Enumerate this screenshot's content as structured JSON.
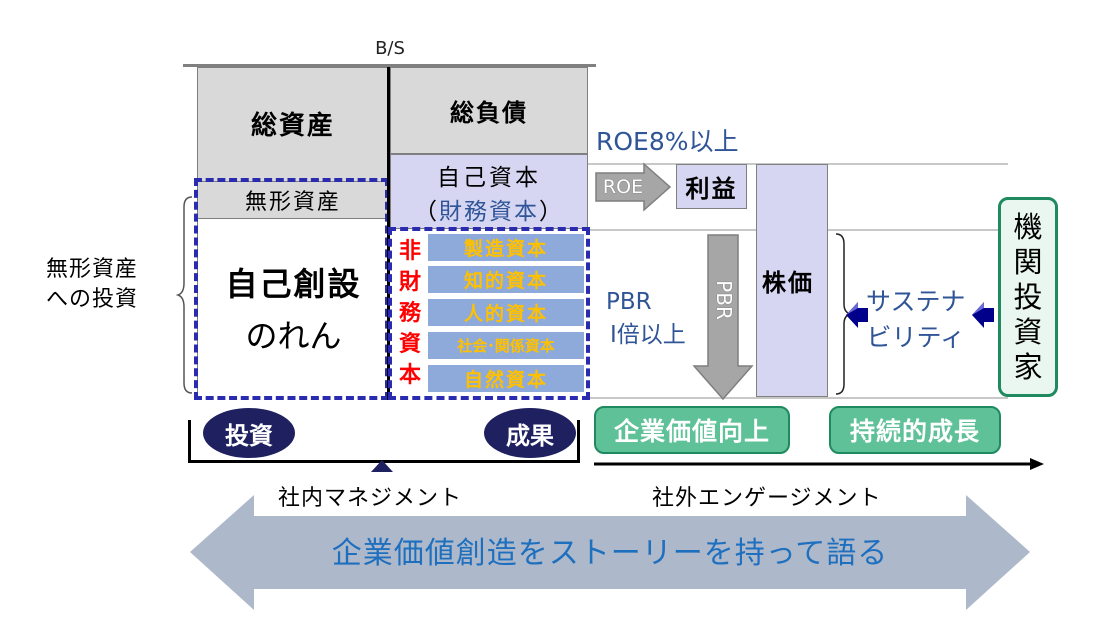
{
  "balance_sheet": {
    "title": "B/S",
    "total_assets": "総資産",
    "total_liabilities": "総負債",
    "intangible_assets": "無形資産",
    "self_created_goodwill_line1": "自己創設",
    "self_created_goodwill_line2": "のれん",
    "equity_line1": "自己資本",
    "equity_paren_open": "（",
    "equity_line2": "財務資本",
    "equity_paren_close": "）",
    "non_financial_capital_label": [
      "非",
      "財",
      "務",
      "資",
      "本"
    ],
    "non_financial_capitals": [
      "製造資本",
      "知的資本",
      "人的資本",
      "社会･関係資本",
      "自然資本"
    ]
  },
  "left_annotation": {
    "line1": "無形資産",
    "line2": "への投資"
  },
  "middle": {
    "roe_target": "ROE8%以上",
    "roe_arrow_label": "ROE",
    "profit": "利益",
    "pbr_target_line1": "PBR",
    "pbr_target_line2": "I倍以上",
    "pbr_arrow_label": "PBR",
    "stock_price": "株価"
  },
  "right": {
    "sustainability_line1": "サステナ",
    "sustainability_line2": "ビリティ",
    "institutional_investors": [
      "機",
      "関",
      "投",
      "資",
      "家"
    ]
  },
  "bottom": {
    "investment_oval": "投資",
    "result_oval": "成果",
    "corporate_value_up": "企業価値向上",
    "sustainable_growth": "持続的成長",
    "internal_management": "社内マネジメント",
    "external_engagement": "社外エンゲージメント",
    "story_banner": "企業価値創造をストーリーを持って語る"
  },
  "colors": {
    "lavender": "#d6d6f3",
    "gray": "#d9d9d9",
    "dashed_blue": "#2b2baf",
    "nfc_fill": "#8eaadb",
    "nfc_text": "#ffc000",
    "text_blue": "#2f5597",
    "green_fill": "#5fc198",
    "navy": "#1f2060",
    "banner": "#adb9ca",
    "banner_text": "#1f6fbf"
  }
}
